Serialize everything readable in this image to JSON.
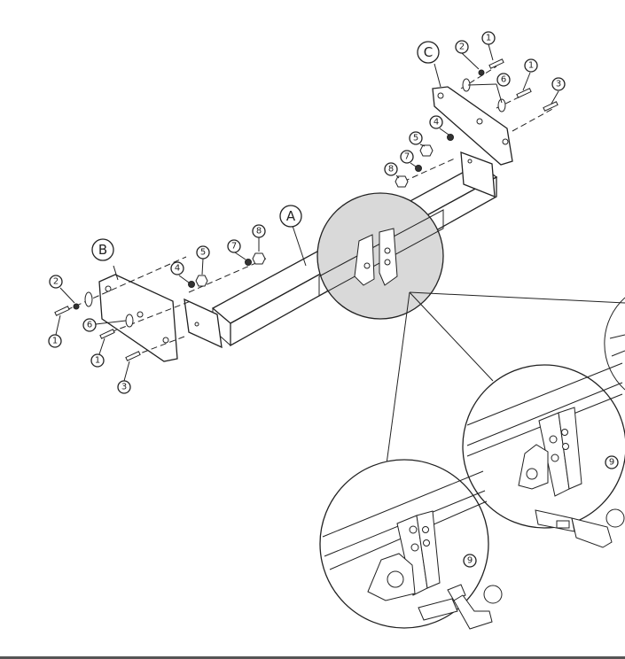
{
  "assembly_labels": {
    "main_bar": "A",
    "left_bracket": "B",
    "right_bracket": "C"
  },
  "part_numbers": [
    "1",
    "2",
    "3",
    "4",
    "5",
    "6",
    "7",
    "8",
    "9"
  ],
  "colors": {
    "line": "#222222",
    "magnifier_fill": "#d9d9d9",
    "background": "#ffffff",
    "footer_rule": "#555555"
  }
}
